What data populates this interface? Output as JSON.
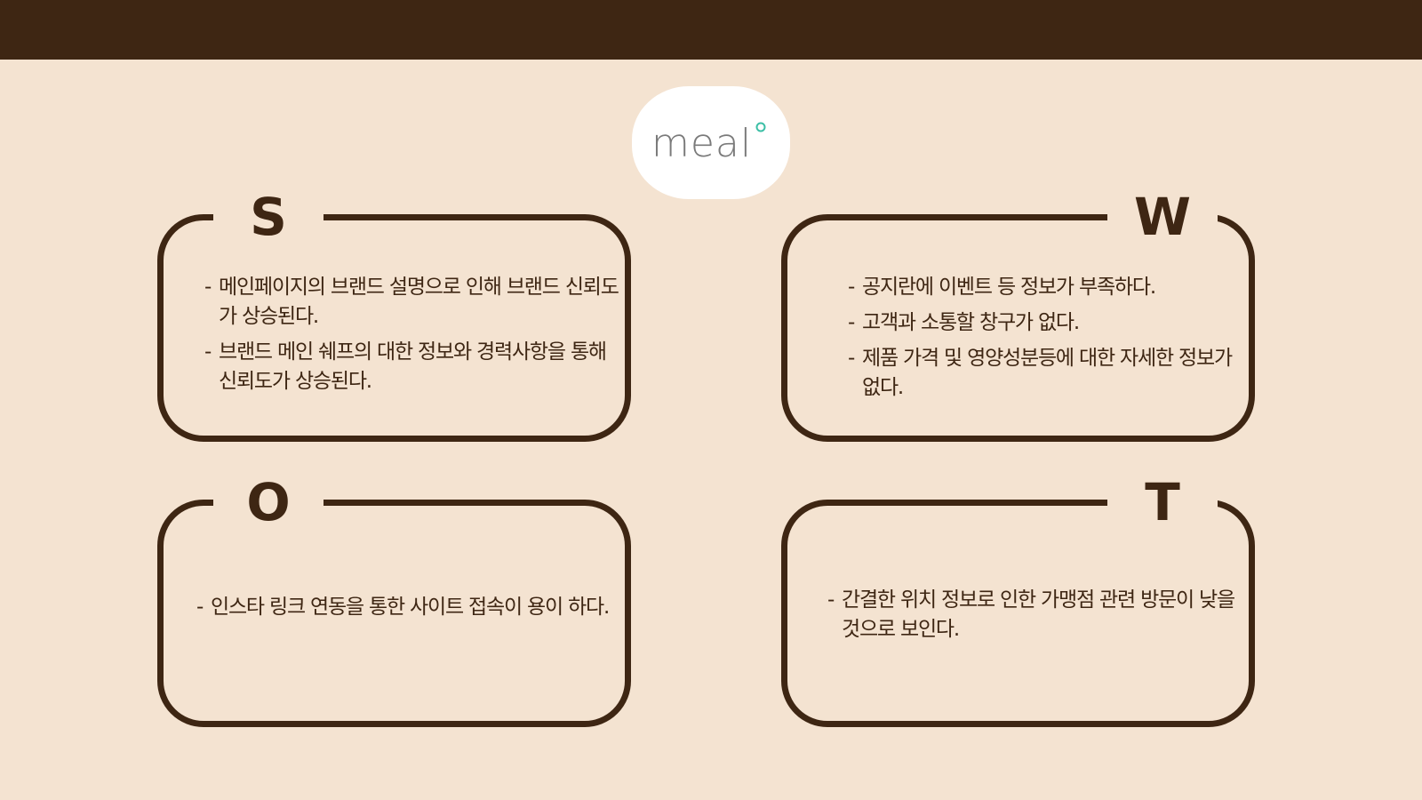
{
  "header": {
    "logo_text": "meal"
  },
  "colors": {
    "background": "#f4e3d1",
    "dark_brown": "#3e2613",
    "logo_dot": "#3cbfa6",
    "logo_text": "#7a7a7a"
  },
  "swot": {
    "s": {
      "letter": "S",
      "items": [
        "메인페이지의 브랜드 설명으로 인해 브랜드 신뢰도가 상승된다.",
        "브랜드 메인 쉐프의 대한 정보와 경력사항을 통해 신뢰도가 상승된다."
      ]
    },
    "w": {
      "letter": "W",
      "items": [
        "공지란에 이벤트 등 정보가 부족하다.",
        "고객과 소통할 창구가 없다.",
        "제품 가격 및 영양성분등에 대한 자세한 정보가 없다."
      ]
    },
    "o": {
      "letter": "O",
      "items": [
        "인스타 링크 연동을 통한 사이트 접속이 용이 하다."
      ]
    },
    "t": {
      "letter": "T",
      "items": [
        "간결한 위치 정보로 인한 가맹점 관련 방문이 낮을 것으로 보인다."
      ]
    }
  }
}
